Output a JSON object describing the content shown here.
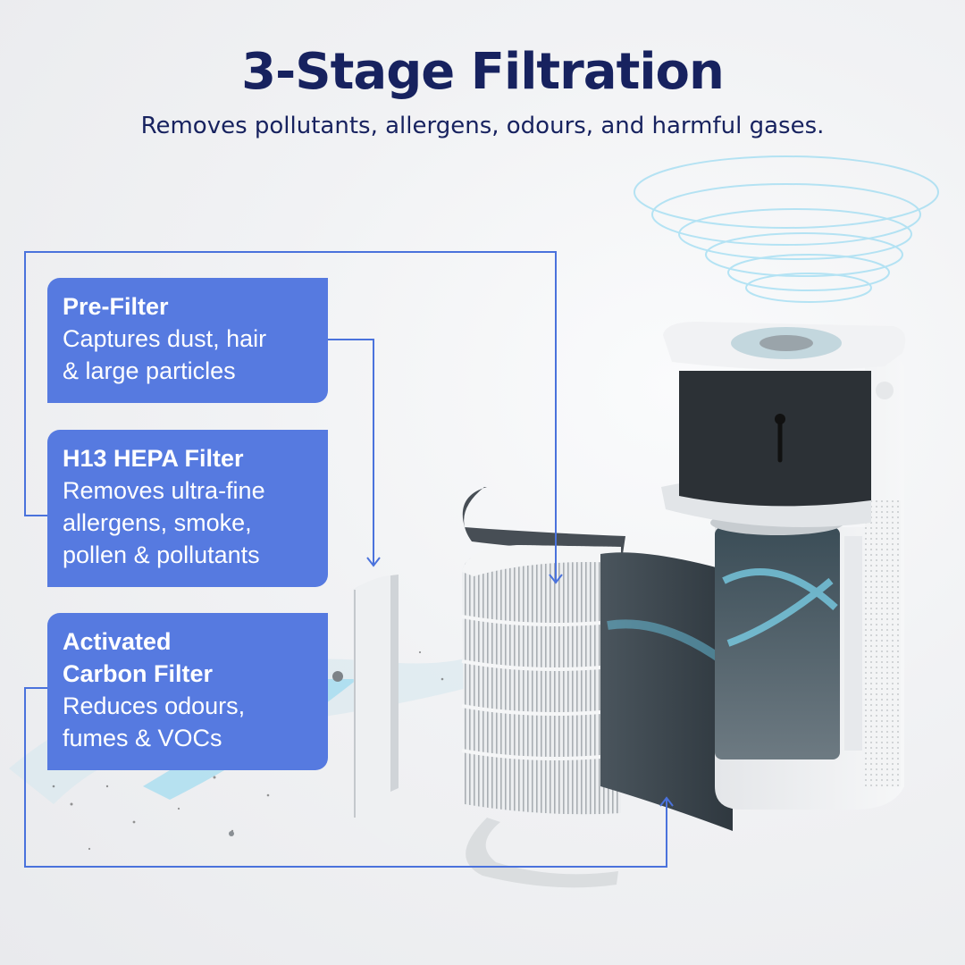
{
  "header": {
    "title": "3-Stage Filtration",
    "subtitle": "Removes pollutants, allergens, odours, and harmful gases."
  },
  "stages": [
    {
      "name": "Pre-Filter",
      "description_lines": [
        "Captures dust, hair",
        "& large particles"
      ]
    },
    {
      "name": "H13 HEPA Filter",
      "description_lines": [
        "Removes ultra-fine",
        "allergens, smoke,",
        "pollen & pollutants"
      ]
    },
    {
      "name_lines": [
        "Activated",
        "Carbon Filter"
      ],
      "description_lines": [
        "Reduces odours,",
        "fumes & VOCs"
      ]
    }
  ],
  "colors": {
    "title": "#17225f",
    "card_bg": "#567ae0",
    "connector": "#4a72dc",
    "airflow": "#5ccbee"
  }
}
